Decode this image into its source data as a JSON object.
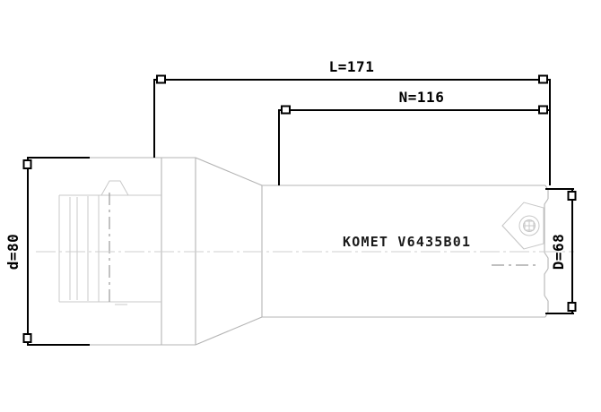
{
  "drawing": {
    "type": "engineering-drawing",
    "subject": "KOMET modular boring tool / cutting head assembly, side section view",
    "background_color": "#ffffff",
    "geometry_line_color": "#b4b4b4",
    "dimension_line_color": "#000000",
    "text_color": "#000000"
  },
  "labels": {
    "part_marking": "KOMET V6435B01",
    "manufacturer": "KOMET",
    "part_number": "V6435B01"
  },
  "dimensions": {
    "overall_length": {
      "name": "L",
      "label": "L=171",
      "symbol": "L",
      "value": 171,
      "orientation": "horizontal",
      "position": "top"
    },
    "projection_length": {
      "name": "N",
      "label": "N=116",
      "symbol": "N",
      "value": 116,
      "orientation": "horizontal",
      "position": "top-inner"
    },
    "shank_diameter": {
      "name": "d",
      "label": "d=80",
      "symbol": "d",
      "value": 80,
      "orientation": "vertical-rotated",
      "position": "left"
    },
    "head_diameter": {
      "name": "D",
      "label": "D=68",
      "symbol": "D",
      "value": 68,
      "orientation": "vertical-rotated",
      "position": "right"
    }
  },
  "features": {
    "shank": "cylindrical coupling shank with internal bore and clamping groove",
    "taper": "conical transition from shank flange to body",
    "body": "cylindrical tool body carrying the part marking",
    "cutting_head": "indexable insert pocket with clamping screw at right end",
    "centerline": "horizontal axis of rotation, dash-dot"
  }
}
